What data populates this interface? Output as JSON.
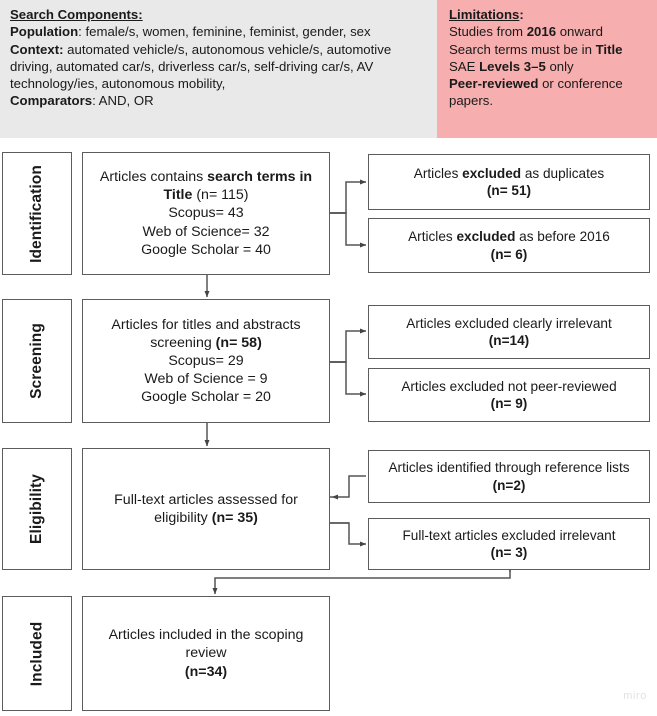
{
  "header": {
    "search": {
      "heading": "Search Components:",
      "population_label": "Population",
      "population_value": ": female/s, women, feminine, feminist, gender, sex",
      "context_label": "Context:",
      "context_value": " automated vehicle/s, autonomous vehicle/s, automotive driving, automated car/s, driverless car/s, self-driving car/s, AV technology/ies, autonomous mobility,",
      "comparators_label": "Comparators",
      "comparators_value": ": AND, OR"
    },
    "limitations": {
      "heading": "Limitations",
      "heading_colon": ":",
      "line1_a": "Studies from ",
      "line1_b": "2016",
      "line1_c": " onward",
      "line2_a": "Search terms must be in ",
      "line2_b": "Title",
      "line3_a": "SAE ",
      "line3_b": "Levels 3–5",
      "line3_c": " only",
      "line4_a": "Peer-reviewed",
      "line4_b": " or conference papers."
    }
  },
  "stages": {
    "identification": "Identification",
    "screening": "Screening",
    "eligibility": "Eligibility",
    "included": "Included"
  },
  "nodes": {
    "identification_main": {
      "line1_a": "Articles contains ",
      "line1_b": "search terms in Title",
      "line1_c": " (n= 115)",
      "line2": "Scopus= 43",
      "line3": "Web of Science= 32",
      "line4": "Google Scholar = 40"
    },
    "excluded_duplicates": {
      "line1_a": "Articles ",
      "line1_b": "excluded",
      "line1_c": " as duplicates",
      "line2": "(n= 51)"
    },
    "excluded_before_2016": {
      "line1_a": "Articles ",
      "line1_b": "excluded",
      "line1_c": " as before 2016",
      "line2": "(n= 6)"
    },
    "screening_main": {
      "line1": "Articles for titles and abstracts screening ",
      "line1_b": "(n= 58)",
      "line2": "Scopus= 29",
      "line3": "Web of Science = 9",
      "line4": "Google Scholar = 20"
    },
    "excluded_irrelevant": {
      "line1": "Articles excluded clearly irrelevant",
      "line2": "(n=14)"
    },
    "excluded_not_peer_reviewed": {
      "line1": "Articles excluded not peer-reviewed",
      "line2": "(n= 9)"
    },
    "eligibility_main": {
      "line1": "Full-text articles assessed for eligibility ",
      "line1_b": "(n= 35)"
    },
    "reference_lists": {
      "line1": "Articles identified through reference lists ",
      "line1_b": "(n=2)"
    },
    "fulltext_excluded": {
      "line1": "Full-text articles excluded irrelevant",
      "line2": "(n= 3)"
    },
    "included_main": {
      "line1": "Articles included in the scoping review",
      "line2": "(n=34)"
    }
  },
  "watermark": "miro",
  "colors": {
    "search_panel_bg": "#e9e9e9",
    "limitations_panel_bg": "#f7aeae",
    "box_border": "#5c5c5c",
    "connector": "#555555",
    "text": "#1a1a1a"
  }
}
